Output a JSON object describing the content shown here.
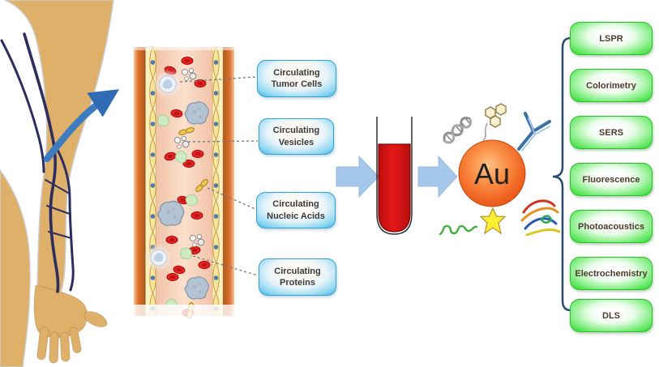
{
  "figure": {
    "description": "Liquid biopsy workflow: blood draw from arm, circulating biomarkers in vessel, blood tube, gold nanoparticle, detection methods"
  },
  "blood_components": {
    "items": [
      {
        "label": "Circulating Tumor Cells"
      },
      {
        "label": "Circulating Vesicles"
      },
      {
        "label": "Circulating Nucleic Acids"
      },
      {
        "label": "Circulating Proteins"
      }
    ]
  },
  "nanoparticle": {
    "label": "Au"
  },
  "detection_methods": {
    "items": [
      {
        "label": "LSPR"
      },
      {
        "label": "Colorimetry"
      },
      {
        "label": "SERS"
      },
      {
        "label": "Fluorescence"
      },
      {
        "label": "Photoacoustics"
      },
      {
        "label": "Electrochemistry"
      },
      {
        "label": "DLS"
      }
    ]
  },
  "icons": {
    "arm": "arm-with-veins-icon",
    "draw_arrow": "curved-arrow-icon",
    "vessel": "blood-vessel-icon",
    "tube": "blood-tube-icon",
    "flow_arrows": "block-arrow-icon",
    "nanoparticle_decorations": [
      "dna-icon",
      "small-molecule-icon",
      "antibody-icon",
      "peptide-icon",
      "fluorophore-star-icon",
      "protein-ribbon-icon"
    ],
    "bracket": "bracket-icon"
  },
  "colors": {
    "label_box_blue": "#35aede",
    "method_box_green": "#3ede3e",
    "method_text_brown": "#4d3a2c",
    "gold_orange": "#f06524",
    "flow_arrow_blue": "#a5c7e9",
    "blood_red": "#d81414",
    "skin_tan": "#deb069",
    "vein_navy": "#2d2d5f",
    "vessel_wall_orange": "#e07230",
    "endothelium_yellow": "#f6e59a"
  }
}
